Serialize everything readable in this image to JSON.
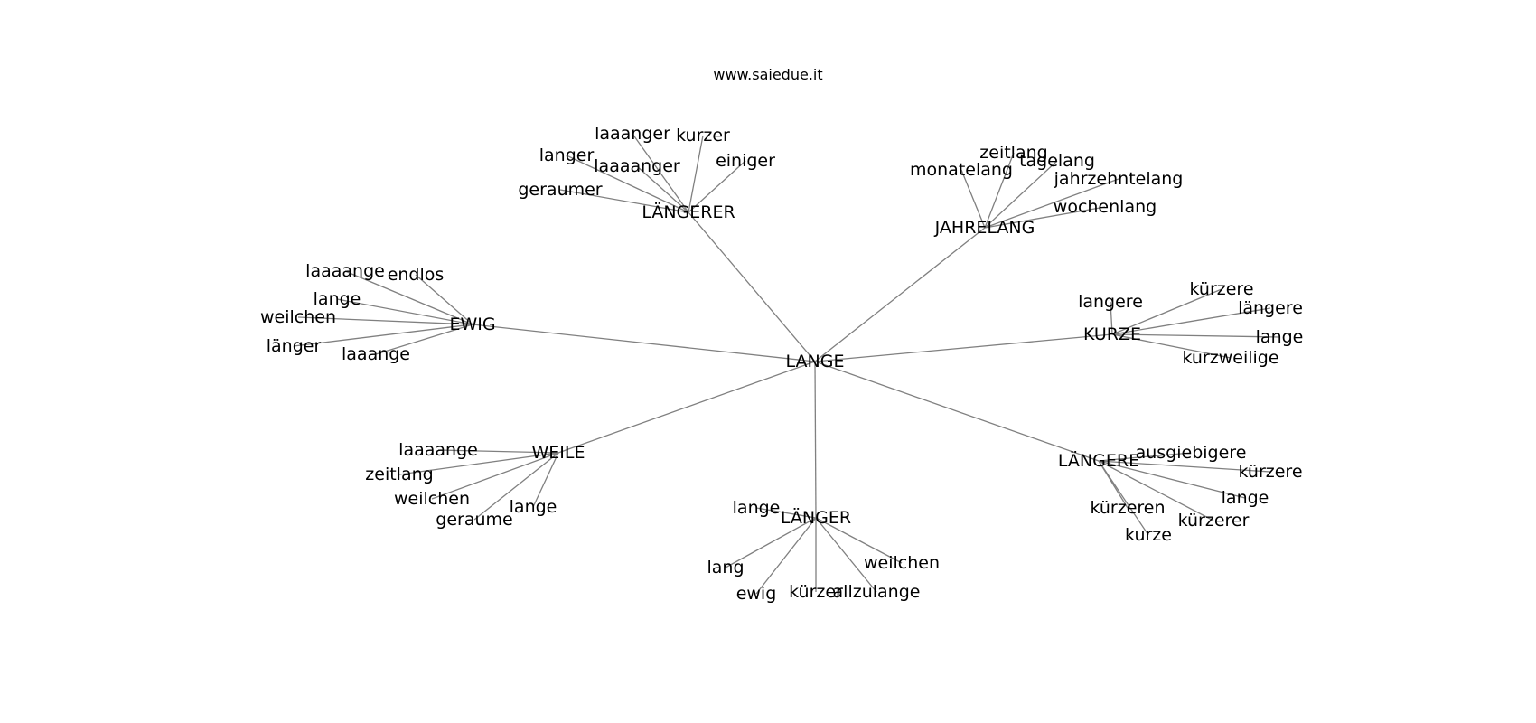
{
  "title": "www.saiedue.it",
  "graph": {
    "center": "LANGE",
    "clusters": [
      {
        "hub": "LÄNGERER",
        "leaves": [
          "laaanger",
          "kurzer",
          "langer",
          "laaaanger",
          "einiger",
          "geraumer"
        ]
      },
      {
        "hub": "JAHRELANG",
        "leaves": [
          "zeitlang",
          "monatelang",
          "tagelang",
          "jahrzehntelang",
          "wochenlang"
        ]
      },
      {
        "hub": "EWIG",
        "leaves": [
          "laaaange",
          "endlos",
          "lange",
          "weilchen",
          "länger",
          "laaange"
        ]
      },
      {
        "hub": "KURZE",
        "leaves": [
          "kürzere",
          "langere",
          "längere",
          "lange",
          "kurzweilige"
        ]
      },
      {
        "hub": "WEILE",
        "leaves": [
          "laaaange",
          "zeitlang",
          "weilchen",
          "geraume",
          "lange"
        ]
      },
      {
        "hub": "LÄNGERE",
        "leaves": [
          "ausgiebigere",
          "kürzere",
          "lange",
          "kürzeren",
          "kürzerer",
          "kurze"
        ]
      },
      {
        "hub": "LÄNGER",
        "leaves": [
          "lange",
          "lang",
          "ewig",
          "kürzer",
          "allzulange",
          "weilchen"
        ]
      }
    ]
  }
}
